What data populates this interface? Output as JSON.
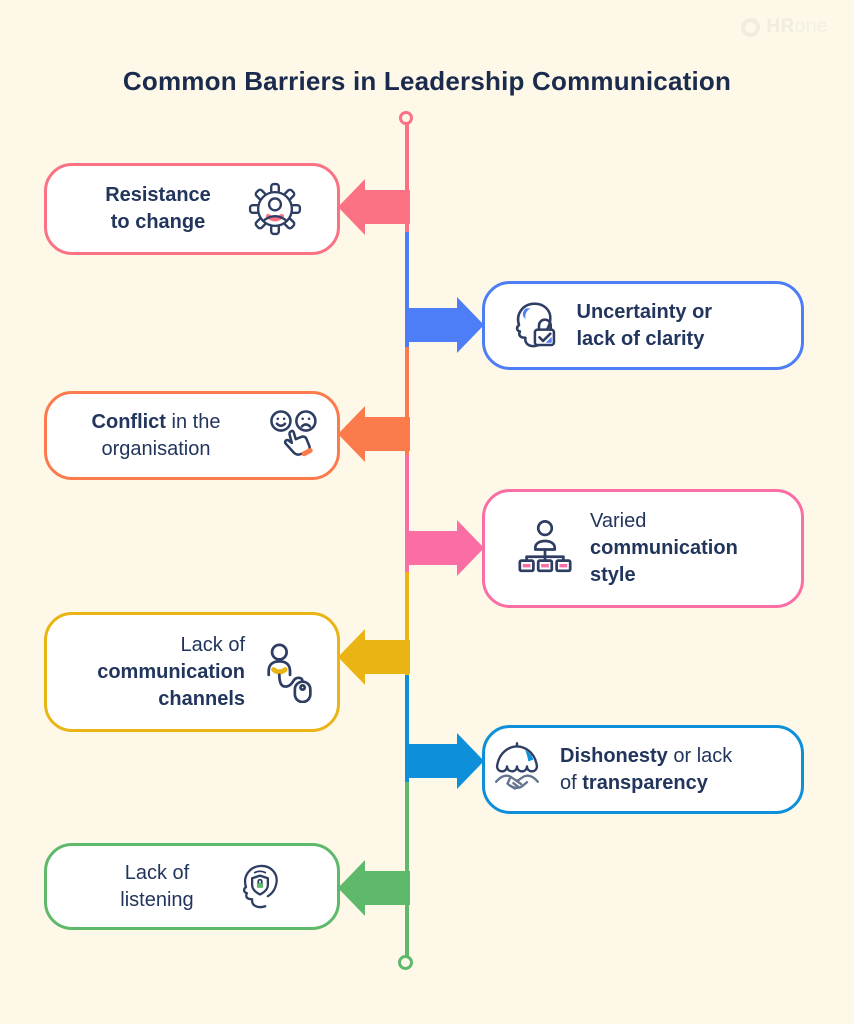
{
  "brand": {
    "hr": "HR",
    "one": "one",
    "logo_icon": "hrone-swirl-icon",
    "color": "#F0ECDE"
  },
  "title": "Common Barriers in Leadership Communication",
  "palette": {
    "background": "#FDF8E8",
    "card_background": "#FFFFFF",
    "text": "#22355C",
    "title": "#1B2B4D",
    "icon_stroke": "#2E3E63"
  },
  "items": [
    {
      "text": "Resistance to change",
      "parts": [
        {
          "t": "Resistance",
          "b": true
        },
        {
          "br": true
        },
        {
          "t": "to change",
          "b": true
        }
      ],
      "color": "#FA7283",
      "icon": "gear-person-icon",
      "side": "left"
    },
    {
      "text": "Uncertainty or lack of clarity",
      "parts": [
        {
          "t": "Uncertainty or",
          "b": true
        },
        {
          "br": true
        },
        {
          "t": "lack of clarity",
          "b": true
        }
      ],
      "color": "#4D7EF7",
      "icon": "head-lock-icon",
      "side": "right"
    },
    {
      "text": "Conflict in the organisation",
      "parts": [
        {
          "t": "Conflict",
          "b": true
        },
        {
          "t": " in the",
          "b": false
        },
        {
          "br": true
        },
        {
          "t": "organisation",
          "b": false
        }
      ],
      "color": "#FB7B4C",
      "icon": "reaction-faces-icon",
      "side": "left"
    },
    {
      "text": "Varied communication style",
      "parts": [
        {
          "t": "Varied",
          "b": false
        },
        {
          "br": true
        },
        {
          "t": "communication",
          "b": true
        },
        {
          "br": true
        },
        {
          "t": "style",
          "b": true
        }
      ],
      "color": "#FA6EA5",
      "icon": "org-chart-icon",
      "side": "right"
    },
    {
      "text": "Lack of communication channels",
      "parts": [
        {
          "t": "Lack of",
          "b": false
        },
        {
          "br": true
        },
        {
          "t": "communication",
          "b": true
        },
        {
          "br": true
        },
        {
          "t": "channels",
          "b": true
        }
      ],
      "color": "#EAB514",
      "icon": "person-mouse-icon",
      "side": "left"
    },
    {
      "text": "Dishonesty or lack of transparency",
      "parts": [
        {
          "t": "Dishonesty",
          "b": true
        },
        {
          "t": " or lack",
          "b": false
        },
        {
          "br": true
        },
        {
          "t": "of ",
          "b": false
        },
        {
          "t": "transparency",
          "b": true
        }
      ],
      "color": "#0D90D9",
      "icon": "umbrella-handshake-icon",
      "side": "right"
    },
    {
      "text": "Lack of listening",
      "parts": [
        {
          "t": "Lack of",
          "b": false
        },
        {
          "br": true
        },
        {
          "t": "listening",
          "b": false
        }
      ],
      "color": "#5EB96B",
      "icon": "head-shield-icon",
      "side": "left"
    }
  ]
}
